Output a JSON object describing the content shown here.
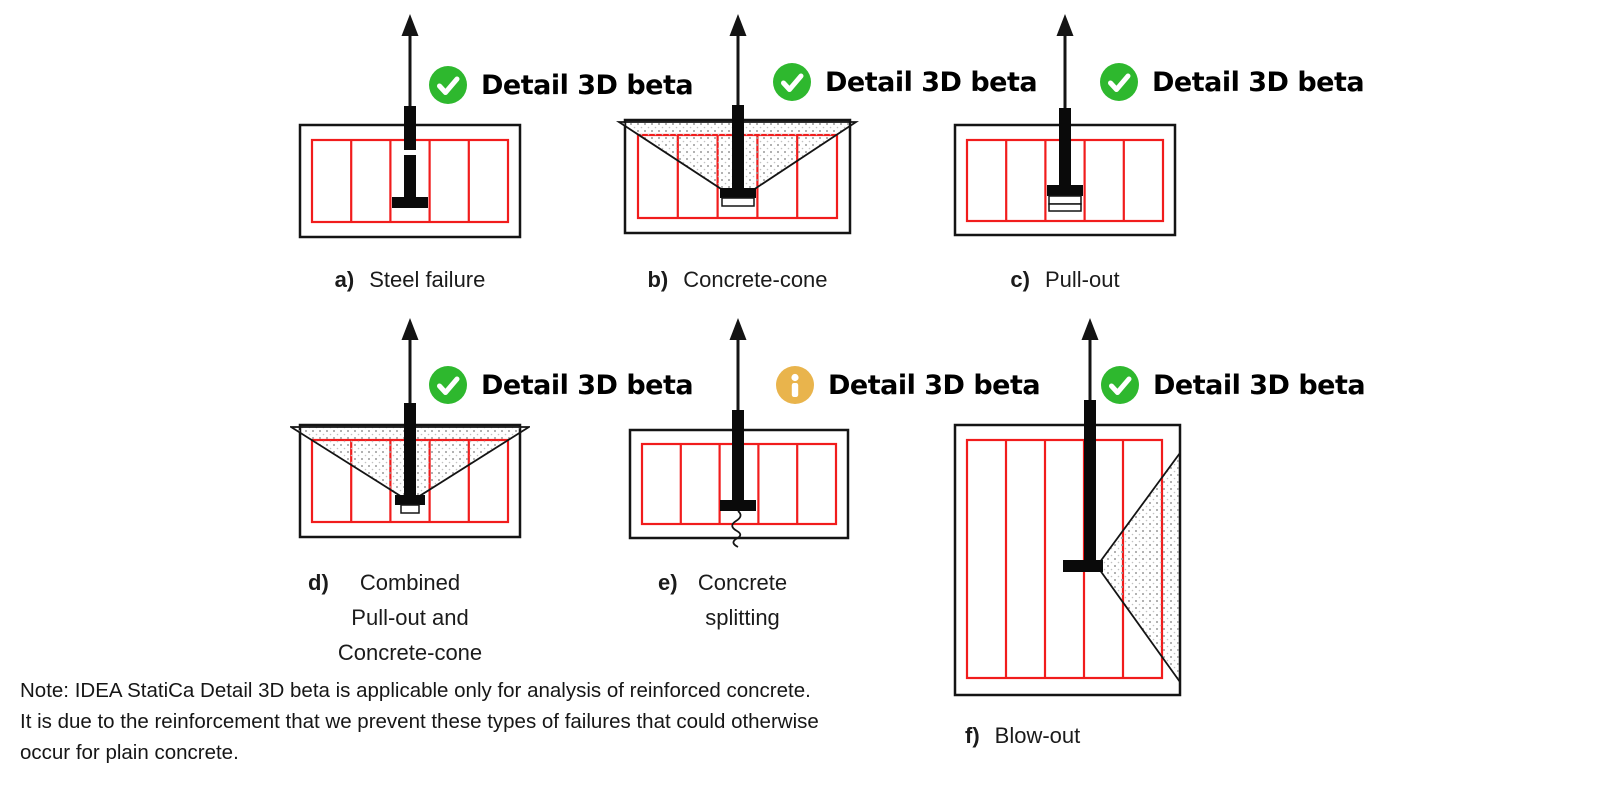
{
  "badge_label": "Detail 3D beta",
  "figures": {
    "a": {
      "label": "a)",
      "caption_lines": [
        "Steel failure"
      ],
      "badge": "check"
    },
    "b": {
      "label": "b)",
      "caption_lines": [
        "Concrete-cone"
      ],
      "badge": "check"
    },
    "c": {
      "label": "c)",
      "caption_lines": [
        "Pull-out"
      ],
      "badge": "check"
    },
    "d": {
      "label": "d)",
      "caption_lines": [
        "Combined",
        "Pull-out and",
        "Concrete-cone"
      ],
      "badge": "check"
    },
    "e": {
      "label": "e)",
      "caption_lines": [
        "Concrete",
        "splitting"
      ],
      "badge": "info"
    },
    "f": {
      "label": "f)",
      "caption_lines": [
        "Blow-out"
      ],
      "badge": "check"
    }
  },
  "note": "Note: IDEA StatiCa Detail 3D beta is applicable only for analysis of reinforced concrete. It is due to the reinforcement that we prevent these types of failures that could otherwise occur for plain concrete.",
  "colors": {
    "check_green": "#2eb82e",
    "info_amber": "#e9b44c",
    "rebar_red": "#f11c1c",
    "outline_black": "#141414"
  }
}
